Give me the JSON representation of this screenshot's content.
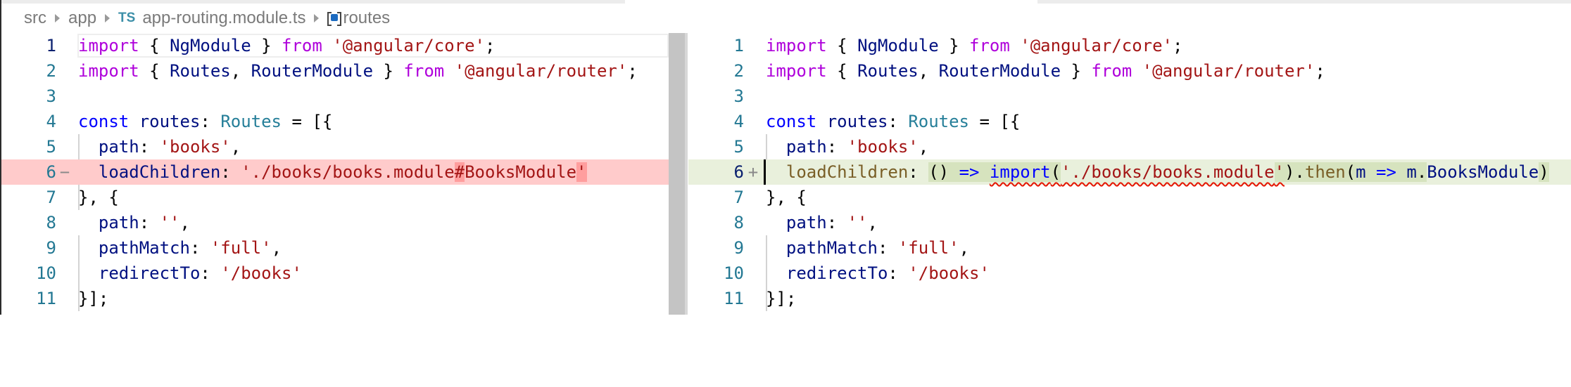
{
  "breadcrumb": {
    "items": [
      "src",
      "app"
    ],
    "file_badge": "TS",
    "file": "app-routing.module.ts",
    "symbol": "routes"
  },
  "left": {
    "line_numbers": [
      "1",
      "2",
      "3",
      "4",
      "5",
      "6",
      "7",
      "8",
      "9",
      "10",
      "11"
    ],
    "deleted_marker": "−",
    "lines": {
      "l1": [
        "import",
        " { ",
        "NgModule",
        " } ",
        "from",
        " ",
        "'@angular/core'",
        ";"
      ],
      "l2": [
        "import",
        " { ",
        "Routes",
        ", ",
        "RouterModule",
        " } ",
        "from",
        " ",
        "'@angular/router'",
        ";"
      ],
      "l4": [
        "const",
        " ",
        "routes",
        ": ",
        "Routes",
        " = [{"
      ],
      "l5": [
        "  ",
        "path",
        ": ",
        "'books'",
        ","
      ],
      "l6": [
        "  ",
        "loadChildren",
        ": ",
        "'./books/books.module",
        "#",
        "BooksModule",
        "'"
      ],
      "l7": [
        "}, {"
      ],
      "l8": [
        "  ",
        "path",
        ": ",
        "''",
        ","
      ],
      "l9": [
        "  ",
        "pathMatch",
        ": ",
        "'full'",
        ","
      ],
      "l10": [
        "  ",
        "redirectTo",
        ": ",
        "'/books'"
      ],
      "l11": [
        "}];"
      ]
    }
  },
  "right": {
    "line_numbers": [
      "1",
      "2",
      "3",
      "4",
      "5",
      "6",
      "7",
      "8",
      "9",
      "10",
      "11"
    ],
    "added_marker": "+",
    "lines": {
      "l1": [
        "import",
        " { ",
        "NgModule",
        " } ",
        "from",
        " ",
        "'@angular/core'",
        ";"
      ],
      "l2": [
        "import",
        " { ",
        "Routes",
        ", ",
        "RouterModule",
        " } ",
        "from",
        " ",
        "'@angular/router'",
        ";"
      ],
      "l4": [
        "const",
        " ",
        "routes",
        ": ",
        "Routes",
        " = [{"
      ],
      "l5": [
        "  ",
        "path",
        ": ",
        "'books'",
        ","
      ],
      "l6": [
        "  ",
        "loadChildren",
        ": ",
        "() ",
        "=>",
        " ",
        "import",
        "(",
        "'./books/books.module",
        "'",
        ").",
        "then",
        "(",
        "m",
        " ",
        "=>",
        " ",
        "m",
        ".",
        "BooksModule",
        ")"
      ],
      "l7": [
        "}, {"
      ],
      "l8": [
        "  ",
        "path",
        ": ",
        "''",
        ","
      ],
      "l9": [
        "  ",
        "pathMatch",
        ": ",
        "'full'",
        ","
      ],
      "l10": [
        "  ",
        "redirectTo",
        ": ",
        "'/books'"
      ],
      "l11": [
        "}];"
      ]
    }
  },
  "colors": {
    "deleted_line_bg": "#ffcbcb",
    "deleted_word_bg": "#ff9e9e",
    "added_line_bg": "#e9f0dc",
    "added_word_bg": "#d6e3be",
    "keyword": "#af00db",
    "storage": "#0000ff",
    "variable": "#001080",
    "type": "#267f99",
    "string": "#a31515",
    "function": "#795e26",
    "line_number": "#237893",
    "error_squiggle": "#e51400"
  }
}
